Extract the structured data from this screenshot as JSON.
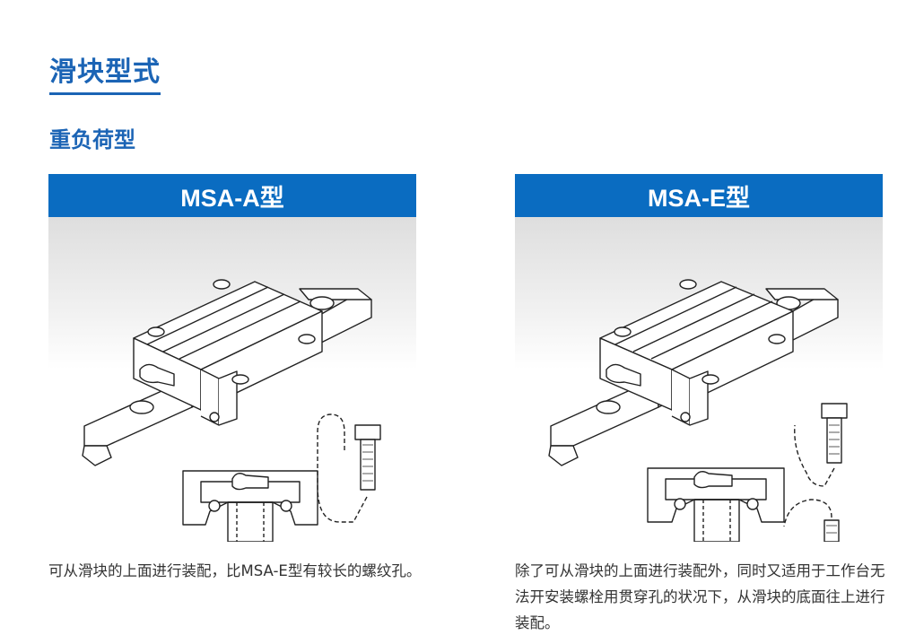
{
  "page": {
    "title": "滑块型式",
    "section": "重负荷型"
  },
  "panels": [
    {
      "header": "MSA-A型",
      "description": "可从滑块的上面进行装配，比MSA-E型有较长的螺纹孔。"
    },
    {
      "header": "MSA-E型",
      "description": "除了可从滑块的上面进行装配外，同时又适用于工作台无法开安装螺栓用贯穿孔的状况下，从滑块的底面往上进行装配。"
    }
  ],
  "colors": {
    "brand_blue": "#1b64b5",
    "header_blue": "#0a6cc1",
    "text": "#333333"
  }
}
